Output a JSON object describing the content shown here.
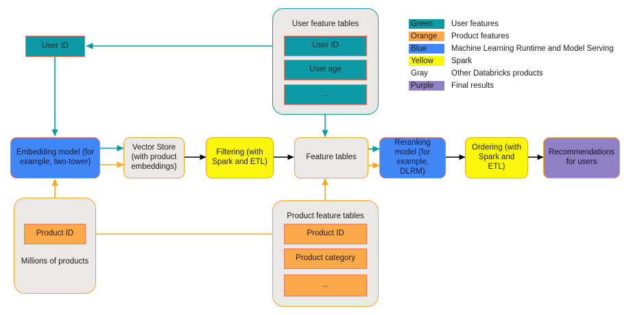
{
  "legend": {
    "rows": [
      {
        "key": "Green",
        "label": "User features",
        "color": "#0d9aa4"
      },
      {
        "key": "Orange",
        "label": "Product features",
        "color": "#fca94a"
      },
      {
        "key": "Blue",
        "label": "Machine Learning Runtime and Model Serving",
        "color": "#4285f4"
      },
      {
        "key": "Yellow",
        "label": "Spark",
        "color": "#f9f50d"
      },
      {
        "key": "Gray",
        "label": "Other Databricks products",
        "color": "#ebe9e5"
      },
      {
        "key": "Purple",
        "label": "Final results",
        "color": "#9080c4"
      }
    ]
  },
  "nodes": {
    "user_id": "User ID",
    "product_id": "Product ID",
    "embedding_model": "Embedding model (for example, two-tower)",
    "vector_store": "Vector Store (with product embeddings)",
    "filtering": "Filtering (with Spark and ETL)",
    "feature_tables": "Feature tables",
    "reranking_model": "Reranking model (for example, DLRM)",
    "ordering": "Ordering (with Spark and ETL)",
    "recommendations": "Recommendations for users"
  },
  "panels": {
    "user_feature_tables": {
      "title": "User feature tables",
      "rows": [
        "User ID",
        "User age",
        "..."
      ]
    },
    "product_feature_tables": {
      "title": "Product feature tables",
      "rows": [
        "Product ID",
        "Product category",
        "..."
      ]
    },
    "millions_of_products": {
      "title": "Millions of products",
      "rows": [
        "Product ID"
      ]
    }
  },
  "colors": {
    "green": "#0d9aa4",
    "orange": "#fca94a",
    "orange_line": "#f5a623",
    "blue": "#4285f4",
    "yellow": "#f9f50d",
    "gray": "#ebe9e5",
    "purple": "#9080c4",
    "red_border": "#f4755c",
    "black_line": "#000000"
  }
}
